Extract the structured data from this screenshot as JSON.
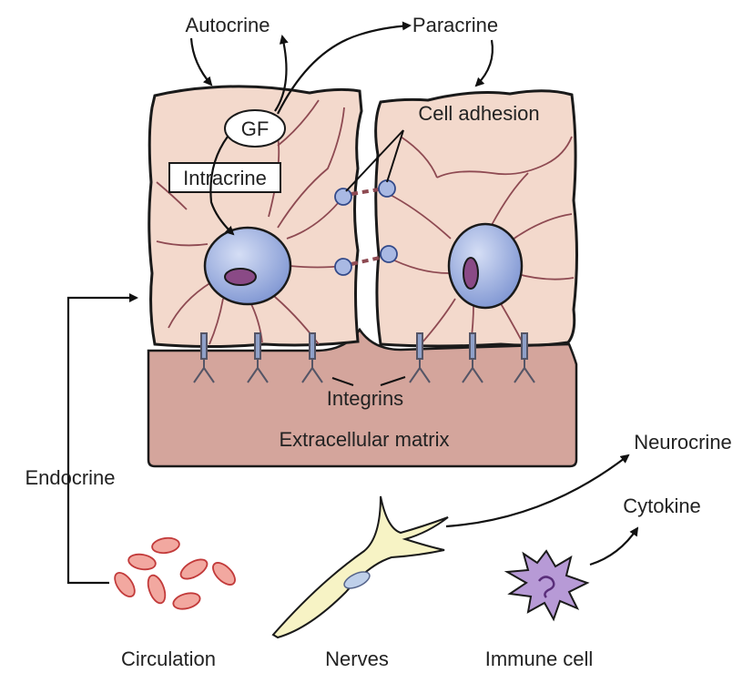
{
  "labels": {
    "autocrine": "Autocrine",
    "paracrine": "Paracrine",
    "gf": "GF",
    "intracrine": "Intracrine",
    "cell_adhesion": "Cell adhesion",
    "integrins": "Integrins",
    "extracellular_matrix": "Extracellular matrix",
    "endocrine": "Endocrine",
    "neurocrine": "Neurocrine",
    "cytokine": "Cytokine",
    "circulation": "Circulation",
    "nerves": "Nerves",
    "immune_cell": "Immune cell"
  },
  "colors": {
    "cell_fill": "#f3d9cc",
    "matrix_fill": "#d4a59c",
    "nucleus_fill": "#a9b9e3",
    "nucleolus_fill": "#8a4a86",
    "fiber": "#8e4a52",
    "rbc_fill": "#f2a8a0",
    "nerve_fill": "#f7f3c5",
    "immune_fill": "#b79ad6",
    "outline": "#1a1a1a"
  }
}
